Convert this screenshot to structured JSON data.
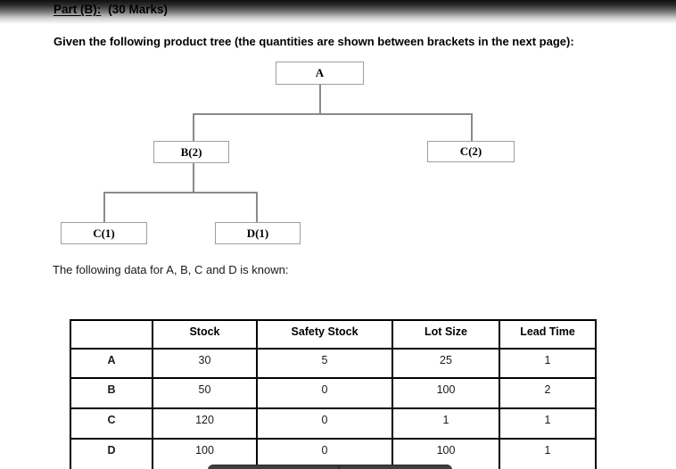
{
  "page": {
    "part_heading": {
      "title": "Part (B):",
      "marks": "(30 Marks)"
    },
    "intro_text": "Given the following product tree (the quantities are shown between brackets in the next page):",
    "data_intro_text": "The following data for A, B, C and D is known:"
  },
  "tree": {
    "root": {
      "label": "A"
    },
    "level1": [
      {
        "label": "B(2)"
      },
      {
        "label": "C(2)"
      }
    ],
    "level2": [
      {
        "label": "C(1)"
      },
      {
        "label": "D(1)"
      }
    ]
  },
  "table": {
    "headers": {
      "item": "",
      "stock": "Stock",
      "safety_stock": "Safety Stock",
      "lot_size": "Lot Size",
      "lead_time": "Lead Time"
    },
    "rows": [
      {
        "item": "A",
        "stock": "30",
        "safety_stock": "5",
        "lot_size": "25",
        "lead_time": "1"
      },
      {
        "item": "B",
        "stock": "50",
        "safety_stock": "0",
        "lot_size": "100",
        "lead_time": "2"
      },
      {
        "item": "C",
        "stock": "120",
        "safety_stock": "0",
        "lot_size": "1",
        "lead_time": "1"
      },
      {
        "item": "D",
        "stock": "100",
        "safety_stock": "0",
        "lot_size": "100",
        "lead_time": "1"
      }
    ]
  },
  "colors": {
    "tree_line": "#8a8a8a",
    "tree_box_border": "#9e9e9e",
    "table_border": "#000000",
    "top_gradient_start": "#0f0f0f",
    "bottom_bar": "#3e3e3e"
  }
}
